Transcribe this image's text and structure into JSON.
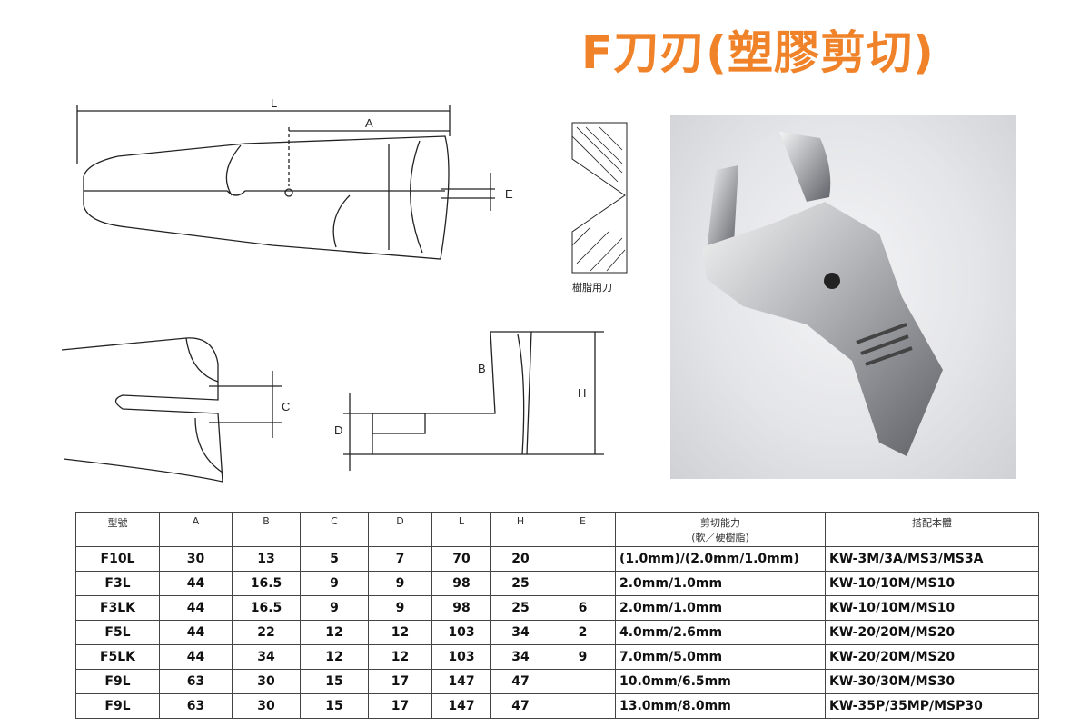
{
  "title": "F刀刃(塑膠剪切)",
  "diagram_labels": {
    "L": "L",
    "A": "A",
    "E": "E",
    "B": "B",
    "C": "C",
    "D": "D",
    "H": "H",
    "resin_blade": "樹脂用刀"
  },
  "table": {
    "headers": [
      "型號",
      "A",
      "B",
      "C",
      "D",
      "L",
      "H",
      "E",
      "剪切能力\n(軟／硬樹脂)",
      "搭配本體"
    ],
    "rows": [
      [
        "F10L",
        "30",
        "13",
        "5",
        "7",
        "70",
        "20",
        "",
        "(1.0mm)/(2.0mm/1.0mm)",
        "KW-3M/3A/MS3/MS3A"
      ],
      [
        "F3L",
        "44",
        "16.5",
        "9",
        "9",
        "98",
        "25",
        "",
        "2.0mm/1.0mm",
        "KW-10/10M/MS10"
      ],
      [
        "F3LK",
        "44",
        "16.5",
        "9",
        "9",
        "98",
        "25",
        "6",
        "2.0mm/1.0mm",
        "KW-10/10M/MS10"
      ],
      [
        "F5L",
        "44",
        "22",
        "12",
        "12",
        "103",
        "34",
        "2",
        "4.0mm/2.6mm",
        "KW-20/20M/MS20"
      ],
      [
        "F5LK",
        "44",
        "34",
        "12",
        "12",
        "103",
        "34",
        "9",
        "7.0mm/5.0mm",
        "KW-20/20M/MS20"
      ],
      [
        "F9L",
        "63",
        "30",
        "15",
        "17",
        "147",
        "47",
        "",
        "10.0mm/6.5mm",
        "KW-30/30M/MS30"
      ],
      [
        "F9L",
        "63",
        "30",
        "15",
        "17",
        "147",
        "47",
        "",
        "13.0mm/8.0mm",
        "KW-35P/35MP/MSP30"
      ]
    ]
  }
}
